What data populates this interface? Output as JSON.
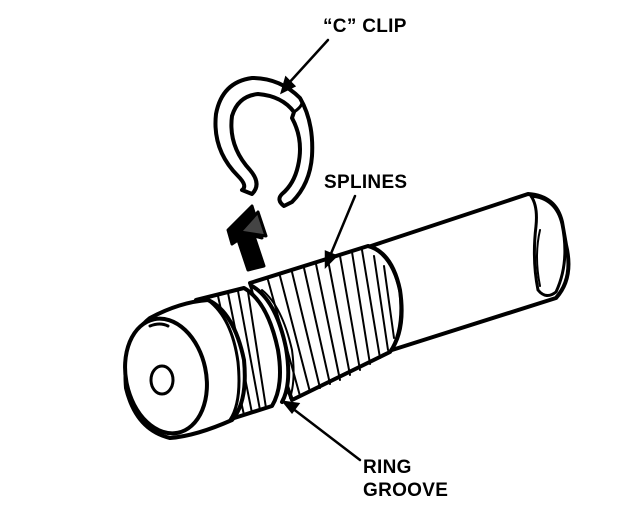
{
  "labels": {
    "c_clip": "“C” CLIP",
    "splines": "SPLINES",
    "ring": "RING",
    "groove": "GROOVE"
  },
  "colors": {
    "ink": "#000000",
    "paper": "#ffffff"
  }
}
